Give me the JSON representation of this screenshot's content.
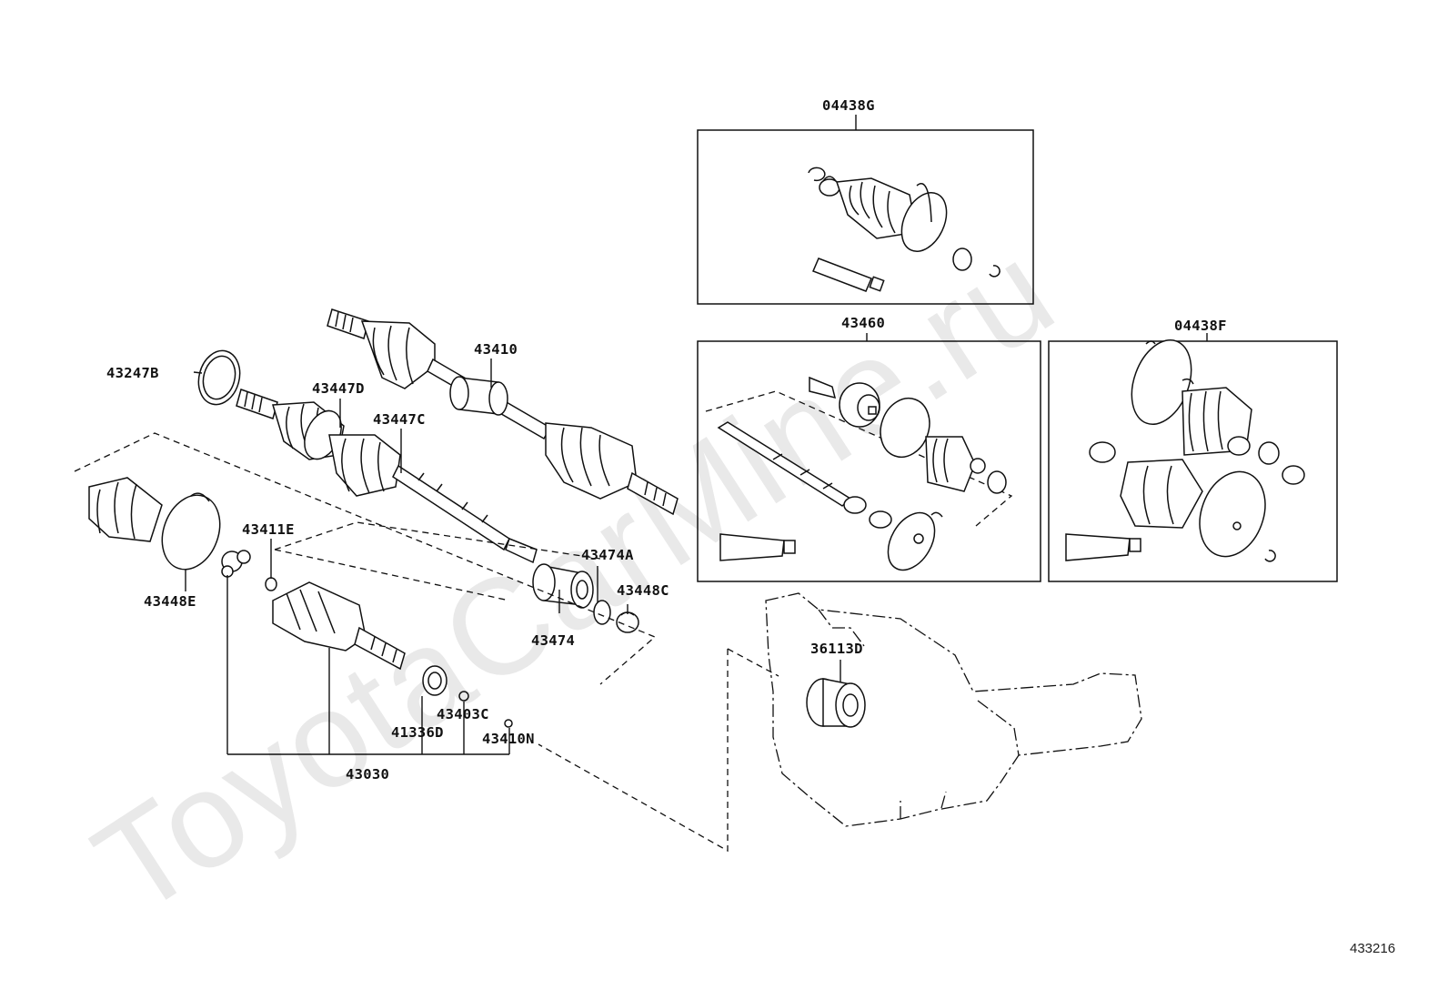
{
  "watermark": "ToyotaCarMine.ru",
  "figure_number": "433216",
  "callouts": {
    "p04438G": "04438G",
    "p43460": "43460",
    "p04438F": "04438F",
    "p43410": "43410",
    "p43247B": "43247B",
    "p43447D": "43447D",
    "p43447C": "43447C",
    "p43411E": "43411E",
    "p43448E": "43448E",
    "p43474A": "43474A",
    "p43448C": "43448C",
    "p43474": "43474",
    "p36113D": "36113D",
    "p43403C": "43403C",
    "p41336D": "41336D",
    "p43410N": "43410N",
    "p43030": "43030"
  }
}
